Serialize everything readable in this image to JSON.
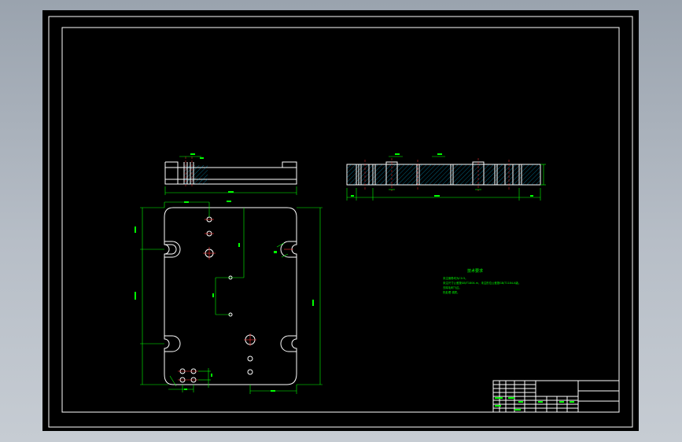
{
  "colors": {
    "background": "#000000",
    "outline": "#ffffff",
    "dimension": "#00ff00",
    "centerline": "#ff3030",
    "hatch": "#00c8ff"
  },
  "notes": {
    "title": "技术要求",
    "lines": [
      "未注倒角均为C0.5。",
      "未注尺寸公差按GB/T1804-m，未注形位公差按GB/T1184-K级。",
      "去除毛刺飞边。",
      "热处理 调质。"
    ]
  }
}
